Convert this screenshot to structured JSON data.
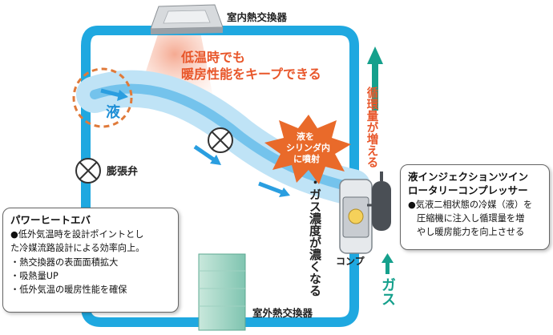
{
  "labels": {
    "indoor_exchanger": "室内熱交換器",
    "outdoor_exchanger": "室外熱交換器",
    "heating_line1": "低温時でも",
    "heating_line2": "暖房性能をキープできる",
    "liquid": "液",
    "expansion_valve": "膨張弁",
    "gas_rich": "・ガス濃度が濃くなる",
    "circulation": "循環量が増える",
    "gas": "ガス",
    "comp": "コンプ",
    "burst_line1": "液を",
    "burst_line2": "シリンダ内",
    "burst_line3": "に噴射"
  },
  "power_box": {
    "title": "パワーヒートエバ",
    "desc1": "●低外気温時を設計ポイントとし",
    "desc2": "た冷媒流路設計による効率向上。",
    "bullets": [
      "・熱交換器の表面面積拡大",
      "・吸熱量UP",
      "・低外気温の暖房性能を確保"
    ]
  },
  "compressor_box": {
    "title1": "液インジェクションツイン",
    "title2": "ロータリーコンプレッサー",
    "desc1": "●気液二相状態の冷媒（液）を",
    "desc2": "圧縮機に注入し循環量を増",
    "desc3": "やし暖房能力を向上させる"
  },
  "colors": {
    "pipe": "#1fa8e0",
    "liquid_flow": "#2a9ee0",
    "accent_text": "#e8562a",
    "green_arrow": "#15a08c",
    "burst": "#e96a2a",
    "warm_glow": "#f6b9a4"
  }
}
